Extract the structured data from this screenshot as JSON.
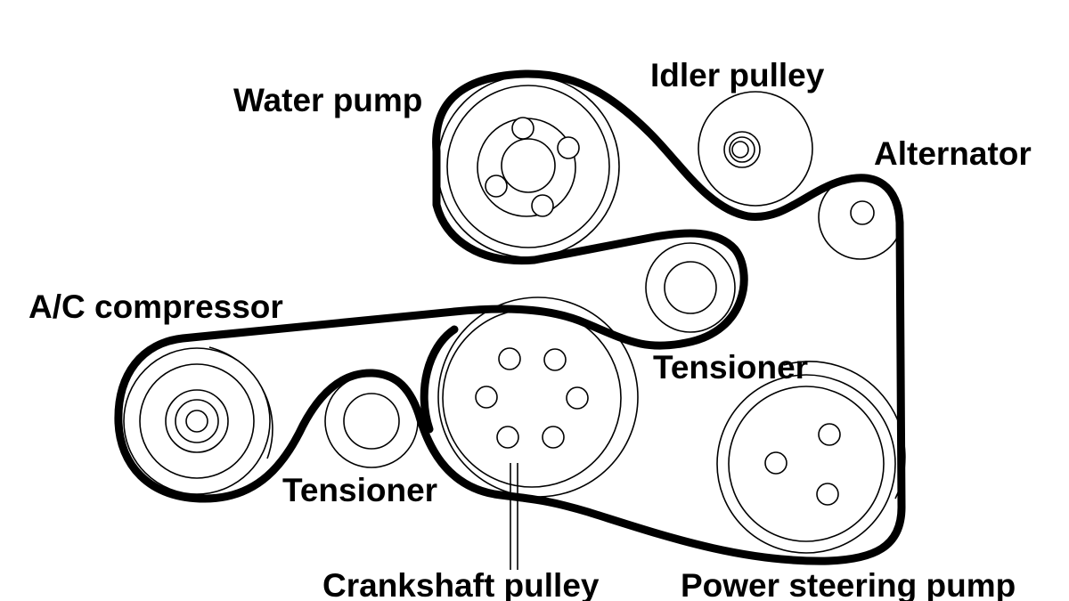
{
  "labels": {
    "water_pump": "Water pump",
    "idler_pulley": "Idler pulley",
    "alternator": "Alternator",
    "ac_compressor": "A/C compressor",
    "tensioner_upper": "Tensioner",
    "tensioner_lower": "Tensioner",
    "crankshaft_pulley": "Crankshaft pulley",
    "power_steering_pump": "Power steering pump"
  },
  "colors": {
    "belt": "#000000",
    "outline": "#000000",
    "background": "#ffffff"
  }
}
